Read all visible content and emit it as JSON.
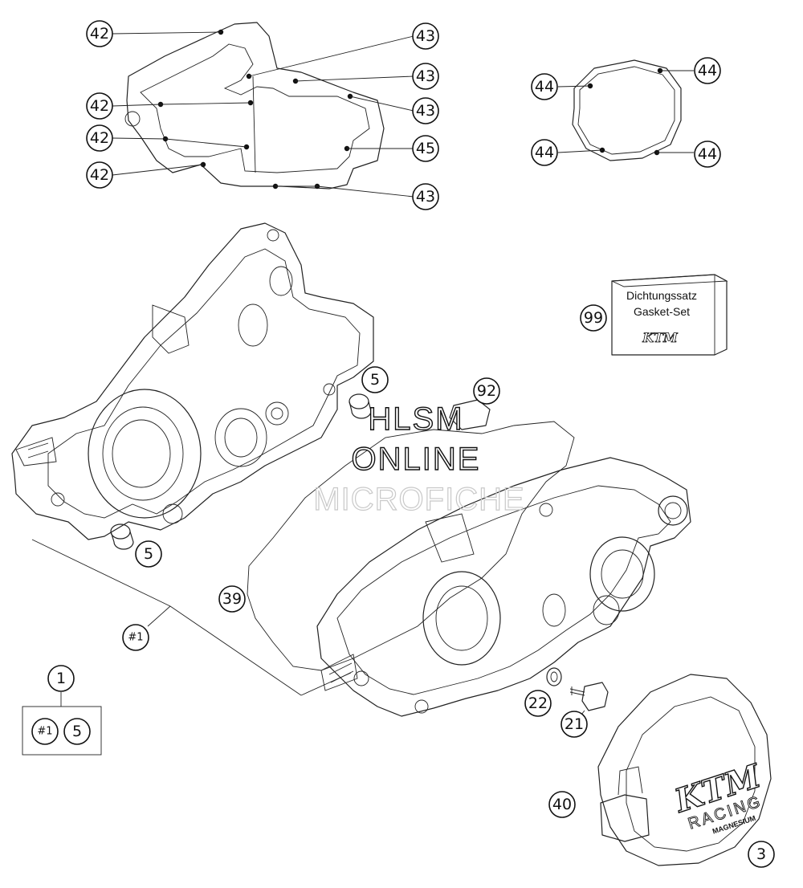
{
  "callouts": {
    "c42a": "42",
    "c42b": "42",
    "c42c": "42",
    "c42d": "42",
    "c43a": "43",
    "c43b": "43",
    "c43c": "43",
    "c43d": "43",
    "c45": "45",
    "c44a": "44",
    "c44b": "44",
    "c44c": "44",
    "c44d": "44",
    "c99": "99",
    "c5a": "5",
    "c5b": "5",
    "c92": "92",
    "c39": "39",
    "c1": "1",
    "chash1": "#1",
    "chash1b": "#1",
    "c5c": "5",
    "c22": "22",
    "c21": "21",
    "c40": "40",
    "c3": "3"
  },
  "gasket_kit": {
    "line1": "Dichtungssatz",
    "line2": "Gasket-Set"
  },
  "cover_logo": {
    "brand": "KTM",
    "racing": "RACING",
    "material": "MAGNESIUM"
  },
  "watermark": {
    "line1": "HLSM",
    "line2": "ONLINE",
    "line3": "MICROFICHE"
  }
}
